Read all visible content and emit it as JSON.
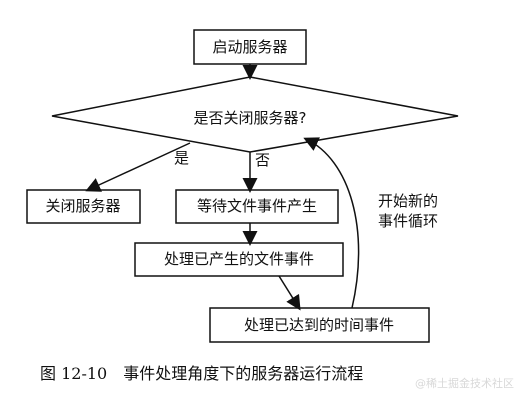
{
  "nodes": {
    "start_server": "启动服务器",
    "decision": "是否关闭服务器?",
    "close_server": "关闭服务器",
    "wait_events": "等待文件事件产生",
    "process_file_events": "处理已产生的文件事件",
    "process_time_events": "处理已达到的时间事件"
  },
  "edges": {
    "yes": "是",
    "no": "否",
    "loop_line1": "开始新的",
    "loop_line2": "事件循环"
  },
  "caption": "图 12-10　事件处理角度下的服务器运行流程",
  "watermark": "@稀土掘金技术社区"
}
